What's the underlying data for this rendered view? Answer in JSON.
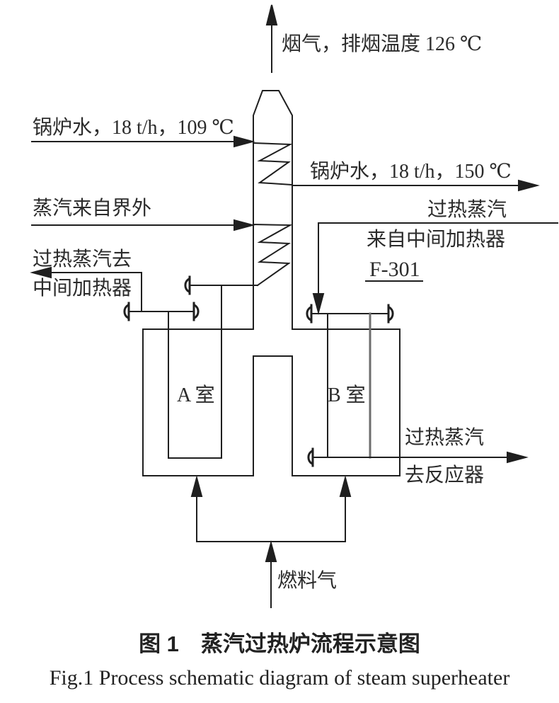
{
  "figure": {
    "caption_zh": "图 1　蒸汽过热炉流程示意图",
    "caption_en": "Fig.1  Process schematic diagram of steam superheater"
  },
  "labels": {
    "flue_gas": "烟气，排烟温度 126 ℃",
    "boiler_water_in": "锅炉水，18 t/h，109 ℃",
    "boiler_water_out": "锅炉水，18 t/h，150 ℃",
    "steam_from_osbl": "蒸汽来自界外",
    "sh_steam_to_heater_line1": "过热蒸汽去",
    "sh_steam_to_heater_line2": "中间加热器",
    "sh_steam_from_heater_line1": "过热蒸汽",
    "sh_steam_from_heater_line2": "来自中间加热器",
    "equipment_tag": "F-301",
    "chamber_a": "A 室",
    "chamber_b": "B 室",
    "sh_steam_to_reactor_line1": "过热蒸汽",
    "sh_steam_to_reactor_line2": "去反应器",
    "fuel_gas": "燃料气"
  },
  "colors": {
    "line": "#1f1f1f",
    "text": "#2b2b2b",
    "tube_gray": "#6e6e6e",
    "background": "#ffffff"
  }
}
